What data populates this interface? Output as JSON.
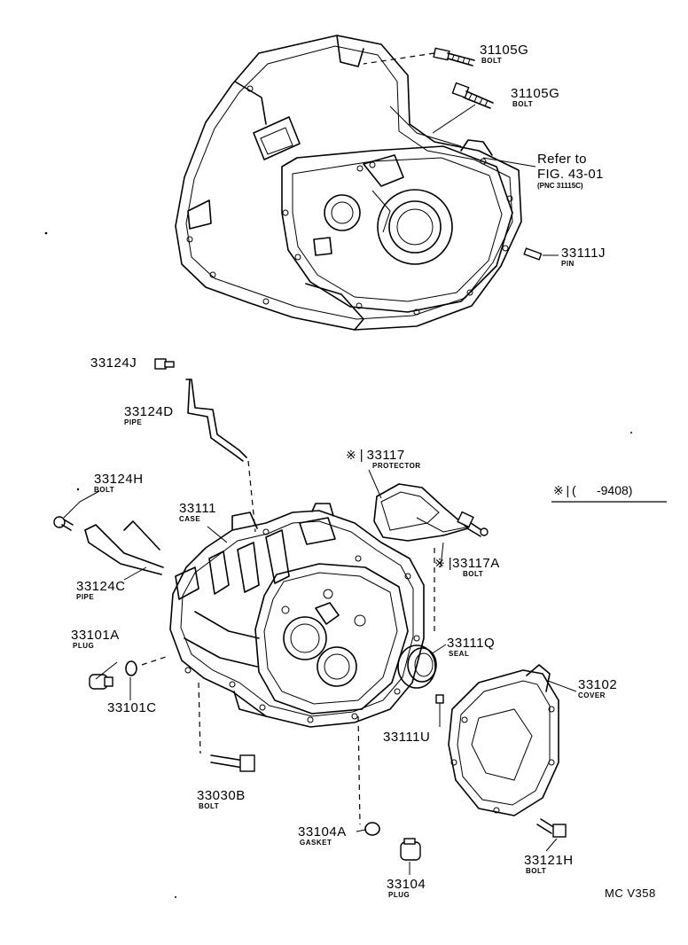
{
  "labels": {
    "bolt_31105g_a": {
      "part": "31105G",
      "name": "BOLT"
    },
    "bolt_31105g_b": {
      "part": "31105G",
      "name": "BOLT"
    },
    "refer": {
      "line1": "Refer to",
      "line2": "FIG. 43-01",
      "line3": "(PNC 31115C)"
    },
    "pin_33111j": {
      "part": "33111J",
      "name": "PIN"
    },
    "part_33124j": {
      "part": "33124J"
    },
    "pipe_33124d": {
      "part": "33124D",
      "name": "PIPE"
    },
    "bolt_33124h": {
      "part": "33124H",
      "name": "BOLT"
    },
    "case_33111": {
      "part": "33111",
      "name": "CASE"
    },
    "pipe_33124c": {
      "part": "33124C",
      "name": "PIPE"
    },
    "protector_33117": {
      "mark": "※",
      "part": "33117",
      "name": "PROTECTOR"
    },
    "bolt_33117a": {
      "mark": "※",
      "part": "33117A",
      "name": "BOLT"
    },
    "seal_33111q": {
      "part": "33111Q",
      "name": "SEAL"
    },
    "plug_33101a": {
      "part": "33101A",
      "name": "PLUG"
    },
    "part_33101c": {
      "part": "33101C"
    },
    "cover_33102": {
      "part": "33102",
      "name": "COVER"
    },
    "part_33111u": {
      "part": "33111U"
    },
    "bolt_33030b": {
      "part": "33030B",
      "name": "BOLT"
    },
    "gasket_33104a": {
      "part": "33104A",
      "name": "GASKET"
    },
    "plug_33104": {
      "part": "33104",
      "name": "PLUG"
    },
    "bolt_33121h": {
      "part": "33121H",
      "name": "BOLT"
    }
  },
  "note": {
    "mark": "※",
    "text": "(      -9408)"
  },
  "code": "MC V358"
}
